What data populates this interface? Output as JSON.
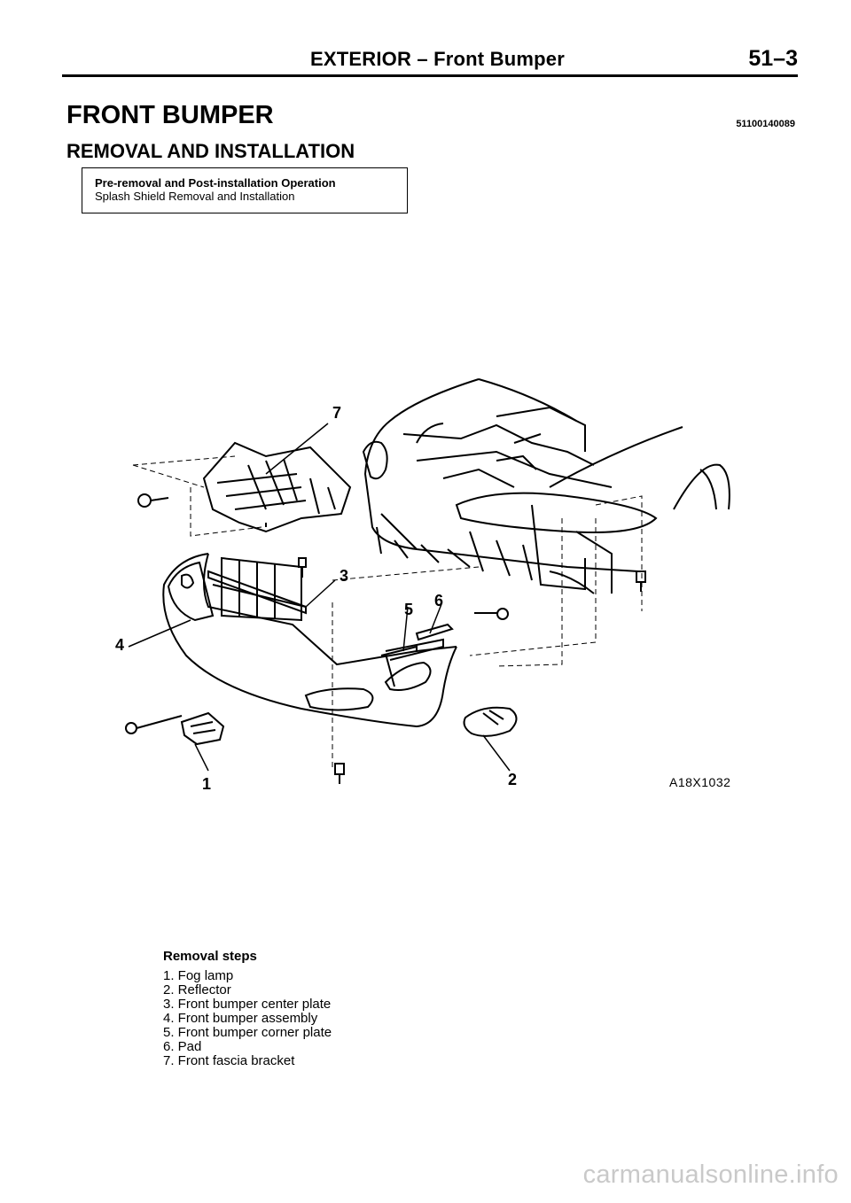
{
  "header": {
    "title": "EXTERIOR – Front Bumper",
    "page_number": "51–3"
  },
  "title": "FRONT BUMPER",
  "doc_code": "51100140089",
  "subtitle": "REMOVAL AND INSTALLATION",
  "operation_box": {
    "heading": "Pre-removal and Post-installation Operation",
    "text": "Splash Shield Removal and Installation"
  },
  "figure": {
    "code": "A18X1032",
    "callouts": {
      "c1": "1",
      "c2": "2",
      "c3": "3",
      "c4": "4",
      "c5": "5",
      "c6": "6",
      "c7": "7"
    }
  },
  "removal_steps": {
    "heading": "Removal steps",
    "items": [
      "1. Fog lamp",
      "2. Reflector",
      "3. Front bumper center plate",
      "4. Front bumper assembly",
      "5. Front bumper corner plate",
      "6. Pad",
      "7. Front fascia bracket"
    ]
  },
  "watermark": "carmanualsonline.info"
}
